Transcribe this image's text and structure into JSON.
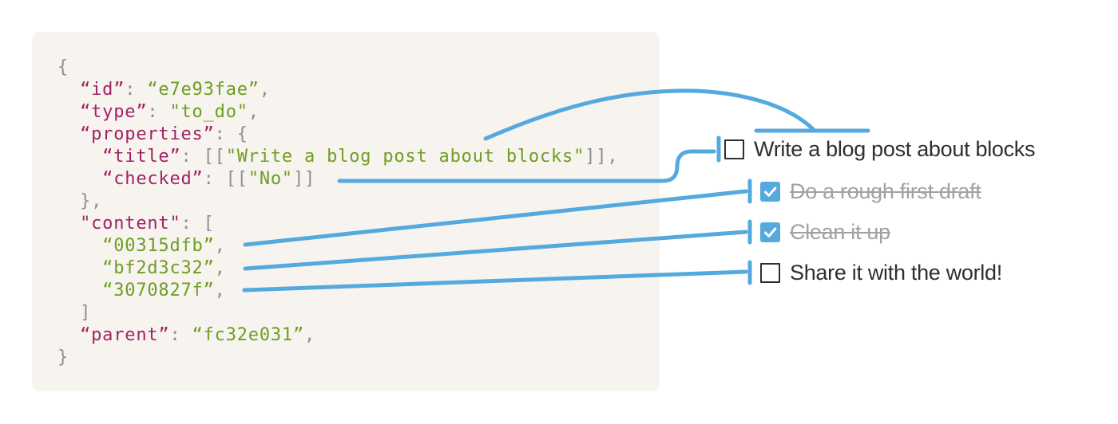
{
  "colors": {
    "accent_blue": "#54a9dd",
    "code_background": "#f7f3ee",
    "code_key": "#a02366",
    "code_string": "#6e9e23",
    "code_punctuation": "#8f8f8f",
    "todo_text": "#2f2f2f",
    "todo_done_text": "#a2a2a2",
    "checkbox_checked_fill": "#54a9dd",
    "checkbox_unchecked_border": "#2f2f2f"
  },
  "code_block": {
    "lines": [
      [
        {
          "c": "pun",
          "t": "{"
        }
      ],
      [
        {
          "c": "pun",
          "t": "  "
        },
        {
          "c": "key",
          "t": "“id”"
        },
        {
          "c": "pun",
          "t": ": "
        },
        {
          "c": "str",
          "t": "“e7e93fae”"
        },
        {
          "c": "pun",
          "t": ","
        }
      ],
      [
        {
          "c": "pun",
          "t": "  "
        },
        {
          "c": "key",
          "t": "“type”"
        },
        {
          "c": "pun",
          "t": ": "
        },
        {
          "c": "str",
          "t": "\"to_do\""
        },
        {
          "c": "pun",
          "t": ","
        }
      ],
      [
        {
          "c": "pun",
          "t": "  "
        },
        {
          "c": "key",
          "t": "“properties”"
        },
        {
          "c": "pun",
          "t": ": {"
        }
      ],
      [
        {
          "c": "pun",
          "t": "    "
        },
        {
          "c": "key",
          "t": "“title”"
        },
        {
          "c": "pun",
          "t": ": [["
        },
        {
          "c": "str",
          "t": "\"Write a blog post about blocks\""
        },
        {
          "c": "pun",
          "t": "]],"
        }
      ],
      [
        {
          "c": "pun",
          "t": "    "
        },
        {
          "c": "key",
          "t": "“checked”"
        },
        {
          "c": "pun",
          "t": ": [["
        },
        {
          "c": "str",
          "t": "\"No\""
        },
        {
          "c": "pun",
          "t": "]]"
        }
      ],
      [
        {
          "c": "pun",
          "t": "  },"
        }
      ],
      [
        {
          "c": "pun",
          "t": "  "
        },
        {
          "c": "key",
          "t": "\"content\""
        },
        {
          "c": "pun",
          "t": ": ["
        }
      ],
      [
        {
          "c": "pun",
          "t": "    "
        },
        {
          "c": "str",
          "t": "“00315dfb”"
        },
        {
          "c": "pun",
          "t": ","
        }
      ],
      [
        {
          "c": "pun",
          "t": "    "
        },
        {
          "c": "str",
          "t": "“bf2d3c32”"
        },
        {
          "c": "pun",
          "t": ","
        }
      ],
      [
        {
          "c": "pun",
          "t": "    "
        },
        {
          "c": "str",
          "t": "“3070827f”"
        },
        {
          "c": "pun",
          "t": ","
        }
      ],
      [
        {
          "c": "pun",
          "t": "  ]"
        }
      ],
      [
        {
          "c": "pun",
          "t": "  "
        },
        {
          "c": "key",
          "t": "“parent”"
        },
        {
          "c": "pun",
          "t": ": "
        },
        {
          "c": "str",
          "t": "“fc32e031”"
        },
        {
          "c": "pun",
          "t": ","
        }
      ],
      [
        {
          "c": "pun",
          "t": "}"
        }
      ]
    ]
  },
  "todo_list": {
    "items": [
      {
        "label": "Write a blog post about blocks",
        "checked": false,
        "struck": false
      },
      {
        "label": "Do a rough first draft",
        "checked": true,
        "struck": true
      },
      {
        "label": "Clean it up",
        "checked": true,
        "struck": true
      },
      {
        "label": "Share it with the world!",
        "checked": false,
        "struck": false
      }
    ]
  },
  "connectors": [
    {
      "from": "title value",
      "to": "todo item 1 title underline"
    },
    {
      "from": "checked value [[\"No\"]]",
      "to": "todo item 1 checkbox"
    },
    {
      "from": "content id 00315dfb",
      "to": "todo item 2"
    },
    {
      "from": "content id bf2d3c32",
      "to": "todo item 3"
    },
    {
      "from": "content id 3070827f",
      "to": "todo item 4"
    }
  ]
}
